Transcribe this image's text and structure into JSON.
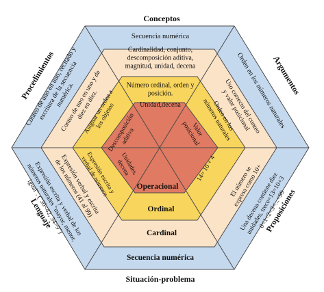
{
  "outer_labels": {
    "top": "Conceptos",
    "bottom": "Situación-problema",
    "upper_left": "Procedimientos",
    "upper_right": "Argumentos",
    "lower_left": "Lenguaje",
    "lower_right": "Proposiciones"
  },
  "rings": {
    "blue": {
      "top": "Secuencia numérica",
      "bottom": "Secuencia numérica",
      "upper_left": [
        "Conteo de uno en uno, recitado y",
        "escritura de la secuencia",
        "numérica."
      ],
      "upper_right": [
        "Orden en los números naturales"
      ],
      "lower_left": [
        "Expresión escrita y verbal de los",
        "números naturales \"mayor, menor,",
        "igual\". (\"30<42, 34>9\")"
      ],
      "lower_right": [
        "Una decena contiene diez",
        "unidades, trece=13=10+3",
        "0<1<2<3<...<99"
      ]
    },
    "peach": {
      "top": [
        "Cardinalidad, conjunto,",
        "descomposición aditiva,",
        "magnitud, unidad, decena"
      ],
      "bottom": "Cardinal",
      "upper_left": [
        "Conteo de uno en uno y de",
        "diez en diez."
      ],
      "upper_right": [
        "Uso correcto del conteo",
        "y valor posicional"
      ],
      "lower_left": [
        "Expresión verbal y escrita",
        "de los números (41 al 99)"
      ],
      "lower_right": [
        "El número se",
        "expresa como 10+"
      ]
    },
    "yellow": {
      "top": [
        "Número ordinal, orden y",
        "posición."
      ],
      "bottom": "Ordinal",
      "upper_left": [
        "Asignar un orden a",
        "los objetos"
      ],
      "upper_right": [
        "Orden en los",
        "números naturales"
      ],
      "lower_left": [
        "Expresión escrita y",
        "verbal de números"
      ],
      "lower_right": [
        "14= 10 + 4"
      ]
    },
    "red": {
      "top": "Unidad,decena",
      "bottom": "Operacional",
      "upper_left": [
        "Descomposición",
        "aditiva"
      ],
      "upper_right": [
        "Valor",
        "posicional"
      ],
      "lower_left": [
        "Unidades,",
        "decena"
      ],
      "lower_right": []
    }
  },
  "colors": {
    "blue": "#c5d9ee",
    "peach": "#fbe3c8",
    "yellow": "#f8d55d",
    "red": "#e07a62",
    "stroke": "#4a4a4a"
  }
}
